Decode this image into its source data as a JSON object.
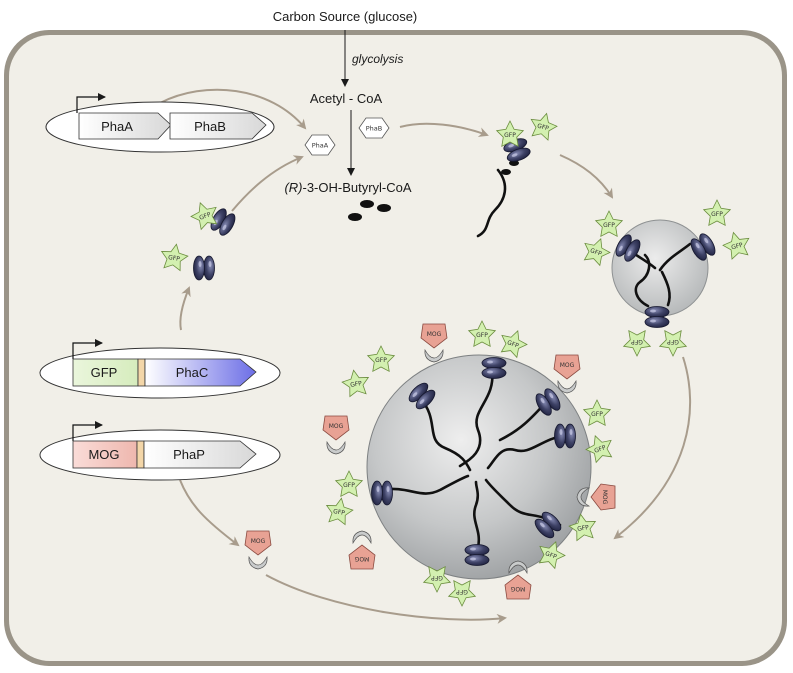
{
  "header": {
    "source_label": "Carbon Source (glucose)",
    "pathway_label": "glycolysis",
    "intermediate_label": "Acetyl - CoA",
    "product_prefix": "(R)",
    "product_label": "-3-OH-Butyryl-CoA"
  },
  "plasmids": {
    "phaAB": {
      "genes": [
        "PhaA",
        "PhaB"
      ]
    },
    "gfpPhaC": {
      "genes": [
        "GFP",
        "PhaC"
      ]
    },
    "mogPhaP": {
      "genes": [
        "MOG",
        "PhaP"
      ]
    }
  },
  "enzymes": {
    "phaA": "PhaA",
    "phaB": "PhaB"
  },
  "tags": {
    "gfp": "GFP",
    "mog": "MOG"
  },
  "colors": {
    "cell_fill": "#f1efe8",
    "cell_stroke": "#9a9488",
    "arrow": "#a89c8c",
    "gfp_star": "#d3f0b0",
    "mog_tag": "#e8a294",
    "granule": "#c9cbcb",
    "phac": "#4a4e6e",
    "gene_gray": "#e8e8e8",
    "gene_gfp": "#dff0c8",
    "gene_mog": "#f2c6c0",
    "gene_phac": "#7a7ce8"
  }
}
